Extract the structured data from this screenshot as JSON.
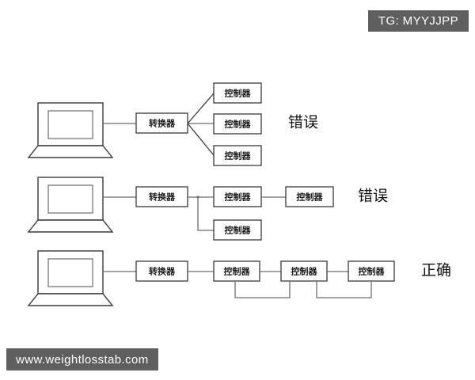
{
  "overlays": {
    "tg_badge": "TG: MYYJJPP",
    "site_watermark": "www.weightlosstab.com"
  },
  "labels": {
    "converter": "转换器",
    "controller": "控制器",
    "wrong": "错误",
    "correct": "正确"
  },
  "colors": {
    "background": "#ffffff",
    "box_stroke": "#3a3a3a",
    "wire": "#6e6e6e",
    "watermark_bg": "#5f5f5f",
    "watermark_text": "#ffffff",
    "text": "#1a1a1a"
  },
  "diagram": {
    "title_absent": true,
    "rows": [
      {
        "id": "row-star-topology",
        "verdict": "错误",
        "laptop": "laptop",
        "converter": "转换器",
        "controllers": [
          "控制器",
          "控制器",
          "控制器"
        ],
        "wiring": "star-fanout-from-converter"
      },
      {
        "id": "row-branch-topology",
        "verdict": "错误",
        "laptop": "laptop",
        "converter": "转换器",
        "controllers": [
          "控制器",
          "控制器",
          "控制器"
        ],
        "wiring": "t-junction-branch"
      },
      {
        "id": "row-daisy-chain",
        "verdict": "正确",
        "laptop": "laptop",
        "converter": "转换器",
        "controllers": [
          "控制器",
          "控制器",
          "控制器"
        ],
        "wiring": "daisy-chain-with-loopbacks"
      }
    ]
  }
}
